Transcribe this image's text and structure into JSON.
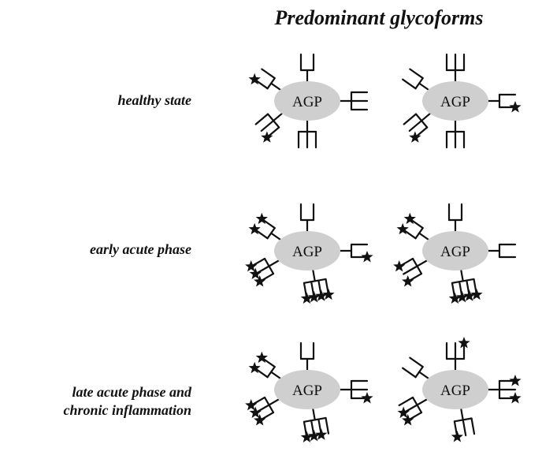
{
  "title": "Predominant glycoforms",
  "protein_label": "AGP",
  "rows": [
    {
      "label": "healthy state"
    },
    {
      "label": "early acute phase"
    },
    {
      "label": "late acute phase and chronic inflammation",
      "label_lines": [
        "late acute phase and",
        "chronic inflammation"
      ]
    }
  ],
  "colors": {
    "protein_fill": "#cfcfcf",
    "line": "#111111",
    "text": "#111111"
  },
  "icons": {
    "glycan_terminal": "star-icon",
    "glycan_branch": "antenna-icon"
  }
}
